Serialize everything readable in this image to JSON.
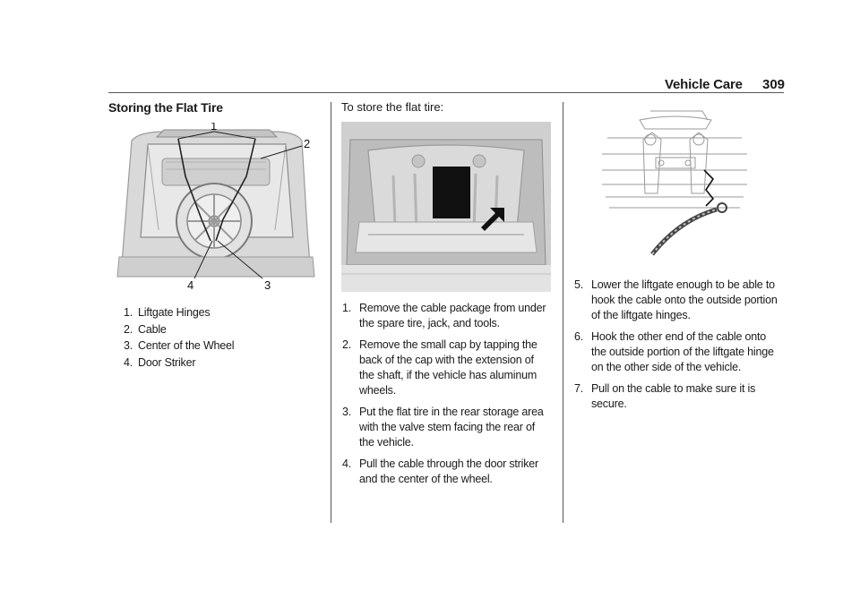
{
  "header": {
    "section": "Vehicle Care",
    "page_number": "309"
  },
  "section_title": "Storing the Flat Tire",
  "figure1": {
    "callouts": [
      "1",
      "2",
      "3",
      "4"
    ],
    "legend": [
      {
        "num": "1.",
        "text": "Liftgate Hinges"
      },
      {
        "num": "2.",
        "text": "Cable"
      },
      {
        "num": "3.",
        "text": "Center of the Wheel"
      },
      {
        "num": "4.",
        "text": "Door Striker"
      }
    ]
  },
  "intro": "To store the flat tire:",
  "steps_a": [
    {
      "num": "1.",
      "text": "Remove the cable package from under the spare tire, jack, and tools."
    },
    {
      "num": "2.",
      "text": "Remove the small cap by tapping the back of the cap with the extension of the shaft, if the vehicle has aluminum wheels."
    },
    {
      "num": "3.",
      "text": "Put the flat tire in the rear storage area with the valve stem facing the rear of the vehicle."
    },
    {
      "num": "4.",
      "text": "Pull the cable through the door striker and the center of the wheel."
    }
  ],
  "steps_b": [
    {
      "num": "5.",
      "text": "Lower the liftgate enough to be able to hook the cable onto the outside portion of the liftgate hinges."
    },
    {
      "num": "6.",
      "text": "Hook the other end of the cable onto the outside portion of the liftgate hinge on the other side of the vehicle."
    },
    {
      "num": "7.",
      "text": "Pull on the cable to make sure it is secure."
    }
  ]
}
